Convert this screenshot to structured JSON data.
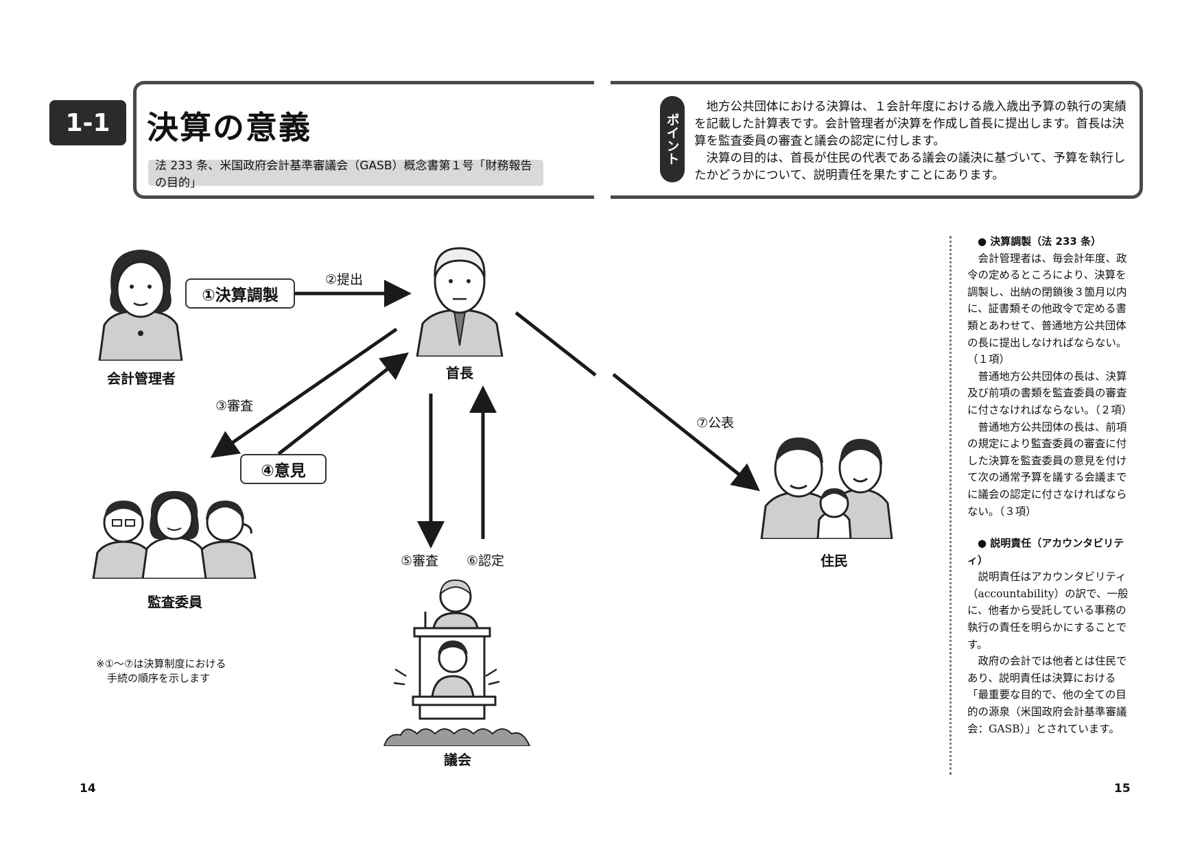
{
  "header": {
    "section_number": "1-1",
    "title": "決算の意義",
    "reference": "法 233 条、米国政府会計基準審議会（GASB）概念書第１号「財務報告の目的」",
    "point_label": "ポイント",
    "point_paragraphs": [
      "地方公共団体における決算は、１会計年度における歳入歳出予算の執行の実績を記載した計算表です。会計管理者が決算を作成し首長に提出します。首長は決算を監査委員の審査と議会の認定に付します。",
      "決算の目的は、首長が住民の代表である議会の議決に基づいて、予算を執行したかどうかについて、説明責任を果たすことにあります。"
    ]
  },
  "diagram": {
    "actors": {
      "accountant": "会計管理者",
      "head": "首長",
      "auditors": "監査委員",
      "residents": "住民",
      "assembly": "議会"
    },
    "steps": {
      "s1": "①決算調製",
      "s2": "②提出",
      "s3": "③審査",
      "s4": "④意見",
      "s5": "⑤審査",
      "s6": "⑥認定",
      "s7": "⑦公表"
    },
    "note_line1": "※①～⑦は決算制度における",
    "note_line2": "手続の順序を示します"
  },
  "sidebar": {
    "section1_heading": "● 決算調製（法 233 条）",
    "section1_paragraphs": [
      "会計管理者は、毎会計年度、政令の定めるところにより、決算を調製し、出納の閉鎖後３箇月以内に、証書類その他政令で定める書類とあわせて、普通地方公共団体の長に提出しなければならない。（１項）",
      "普通地方公共団体の長は、決算及び前項の書類を監査委員の審査に付さなければならない。（２項）",
      "普通地方公共団体の長は、前項の規定により監査委員の審査に付した決算を監査委員の意見を付けて次の通常予算を議する会議までに議会の認定に付さなければならない。（３項）"
    ],
    "section2_heading": "● 説明責任（アカウンタビリティ）",
    "section2_paragraphs": [
      "説明責任はアカウンタビリティ（accountability）の訳で、一般に、他者から受託している事務の執行の責任を明らかにすることです。",
      "政府の会計では他者とは住民であり、説明責任は決算における「最重要な目的で、他の全ての目的の源泉（米国政府会計基準審議会：GASB）」とされています。"
    ]
  },
  "footer": {
    "page_left": "14",
    "page_right": "15"
  }
}
